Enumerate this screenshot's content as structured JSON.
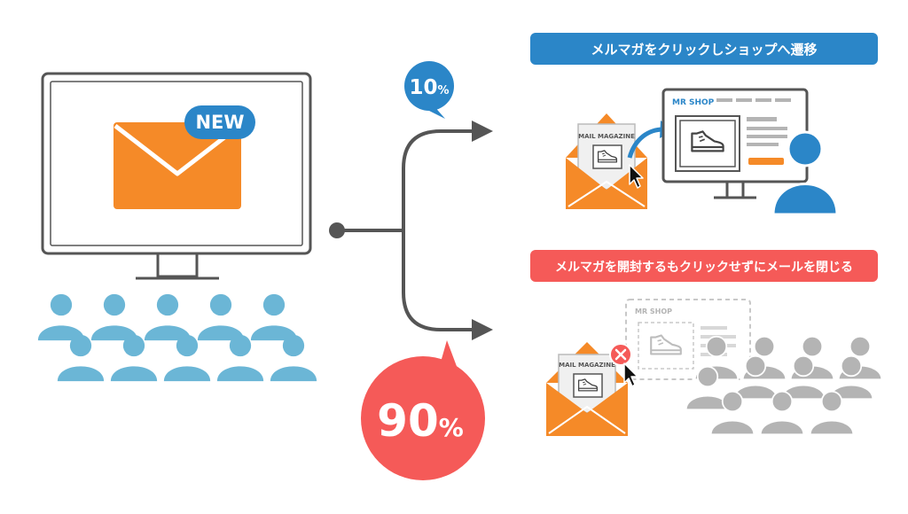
{
  "badge_new": "NEW",
  "percent_top": {
    "value": "10",
    "unit": "%"
  },
  "percent_bottom": {
    "value": "90",
    "unit": "%"
  },
  "banner_top": "メルマガをクリックしショップへ遷移",
  "banner_bottom": "メルマガを開封するもクリックせずにメールを閉じる",
  "shop_name": "MR SHOP",
  "mail_magazine_label": "MAIL MAGAZINE",
  "colors": {
    "orange": "#f58a28",
    "blue": "#2b86c8",
    "light_blue": "#6bb6d6",
    "red": "#f55a58",
    "dark": "#555555",
    "gray": "#b4b4b4"
  }
}
